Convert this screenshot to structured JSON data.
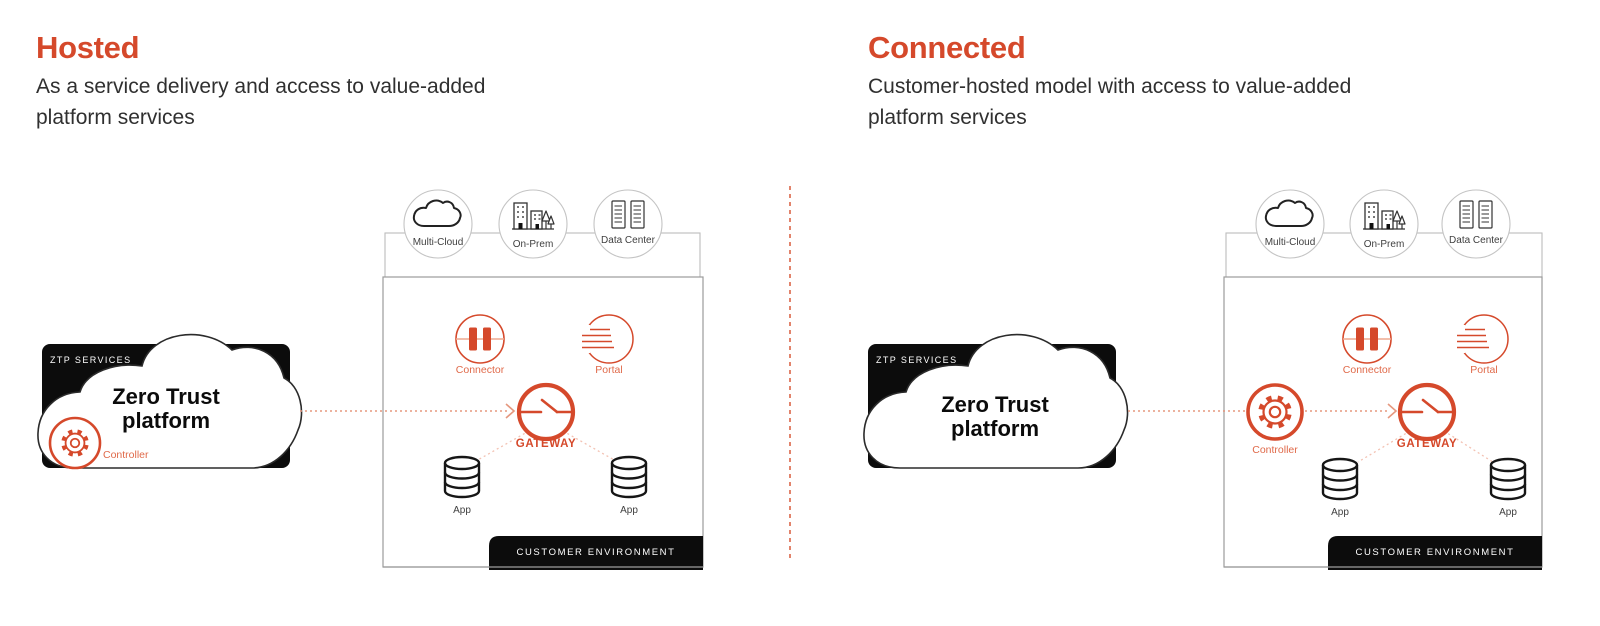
{
  "colors": {
    "accent": "#d5492b",
    "accent_light": "#e5987f",
    "accent_softer": "#f3c2b3",
    "label_orange": "#e06a4a",
    "black_shape": "#0c0c0c",
    "dark_text": "#303030",
    "box_stroke": "#9b9b9b",
    "light_stroke": "#c4c4c4"
  },
  "hosted": {
    "title": "Hosted",
    "subtitle": "As a service delivery and access to value-added platform services"
  },
  "connected": {
    "title": "Connected",
    "subtitle": "Customer-hosted model with access to value-added platform services"
  },
  "labels": {
    "ztp_services": "ZTP SERVICES",
    "platform_line1": "Zero Trust",
    "platform_line2": "platform",
    "controller": "Controller",
    "connector": "Connector",
    "portal": "Portal",
    "gateway": "GATEWAY",
    "app": "App",
    "multi_cloud": "Multi-Cloud",
    "on_prem": "On-Prem",
    "data_center": "Data Center",
    "customer_environment": "CUSTOMER ENVIRONMENT"
  }
}
